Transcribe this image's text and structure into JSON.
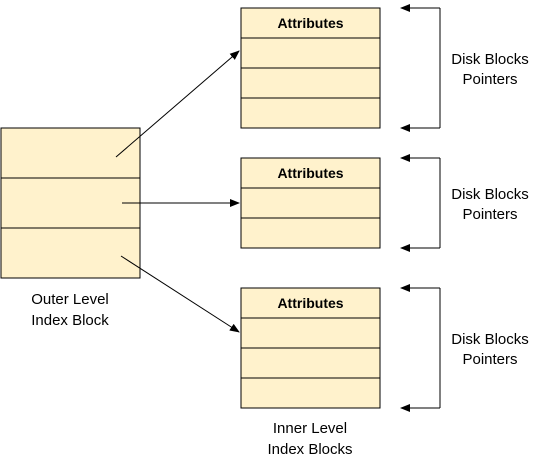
{
  "colors": {
    "block_fill": "#fff2cc",
    "stroke": "#000000",
    "background": "#ffffff"
  },
  "outer_block": {
    "label_line1": "Outer Level",
    "label_line2": "Index Block",
    "cell_count": 3
  },
  "inner_blocks": [
    {
      "header": "Attributes",
      "pointer_rows": 3,
      "side_label_line1": "Disk Blocks",
      "side_label_line2": "Pointers"
    },
    {
      "header": "Attributes",
      "pointer_rows": 2,
      "side_label_line1": "Disk Blocks",
      "side_label_line2": "Pointers"
    },
    {
      "header": "Attributes",
      "pointer_rows": 3,
      "side_label_line1": "Disk Blocks",
      "side_label_line2": "Pointers"
    }
  ],
  "inner_label": {
    "line1": "Inner Level",
    "line2": "Index Blocks"
  }
}
